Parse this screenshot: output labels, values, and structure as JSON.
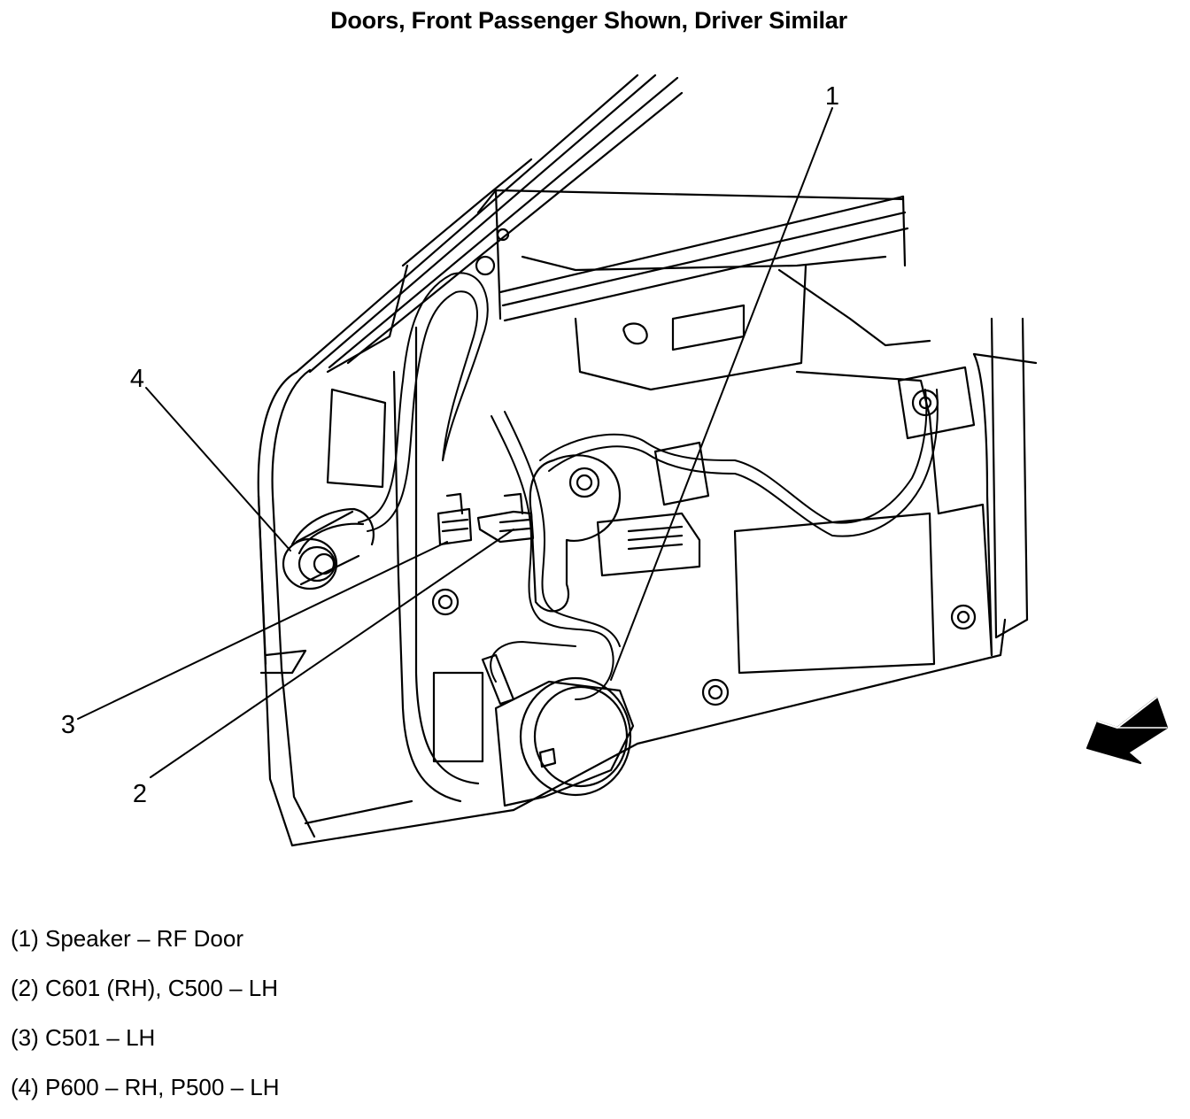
{
  "title": "Doors, Front Passenger Shown, Driver Similar",
  "callouts": [
    "1",
    "2",
    "3",
    "4"
  ],
  "legend": [
    "(1) Speaker – RF Door",
    "(2) C601 (RH), C500 – LH",
    "(3) C501 – LH",
    "(4) P600 – RH, P500 – LH"
  ],
  "icons": {
    "view_direction": "view-direction-arrow-icon"
  }
}
